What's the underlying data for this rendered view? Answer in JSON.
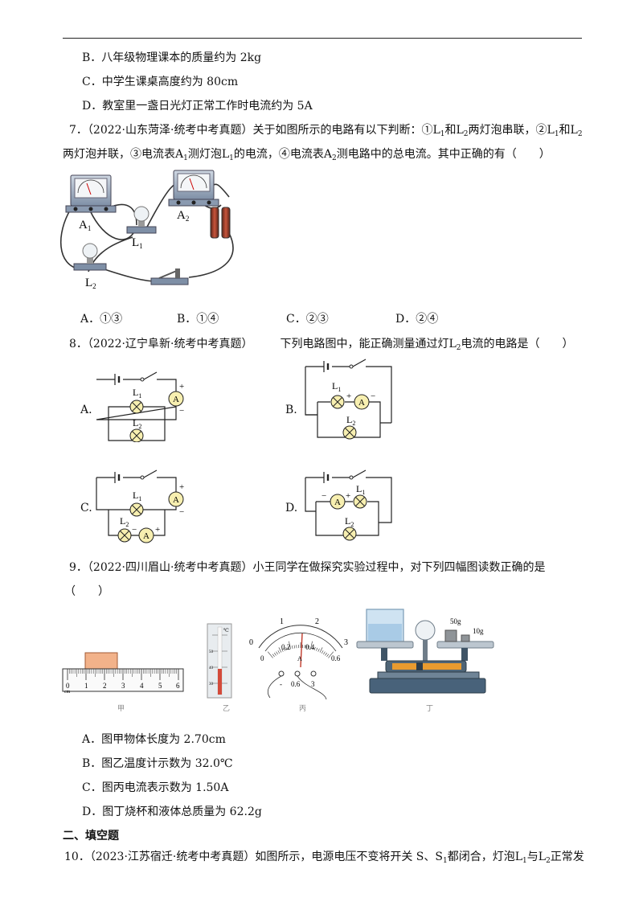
{
  "q6": {
    "optB": "B．八年级物理课本的质量约为 2kg",
    "optC": "C．中学生课桌高度约为 80cm",
    "optD": "D．教室里一盏日光灯正常工作时电流约为 5A"
  },
  "q7": {
    "num": "7．",
    "source": "（2022·山东菏泽·统考中考真题）",
    "line1_a": "关于如图所示的电路有以下判断：①",
    "line1_b": "和",
    "line1_c": "两灯泡串联，②",
    "line1_d": "和",
    "line2_a": "两灯泡并联，③电流表",
    "line2_b": "测灯泡",
    "line2_c": "的电流，④电流表",
    "line2_d": "测电路中的总电流。其中正确的有（　　）",
    "L": "L",
    "A": "A",
    "s1": "1",
    "s2": "2",
    "labels": {
      "A1": "A",
      "A2": "A",
      "L1": "L",
      "L2": "L",
      "one": "1",
      "two": "2"
    },
    "options": [
      "A．①③",
      "B．①④",
      "C．②③",
      "D．②④"
    ]
  },
  "q8": {
    "num": "8．",
    "source": "（2022·辽宁阜新·统考中考真题）",
    "stem_a": "下列电路图中，能正确测量通过灯",
    "stem_b": "电流的电路是（　　）",
    "L": "L",
    "s2": "2",
    "optA": "A.",
    "optB": "B.",
    "optC": "C.",
    "optD": "D.",
    "meter": "A",
    "plus": "+",
    "minus": "−",
    "L1": "L",
    "L2": "L",
    "one": "1",
    "two": "2"
  },
  "q9": {
    "num": "9．",
    "source": "（2022·四川眉山·统考中考真题）",
    "stem": "小王同学在做探究实验过程中，对下列四幅图读数正确的是",
    "paren": "（　　）",
    "ruler_ticks": [
      "0",
      "1",
      "2",
      "3",
      "4",
      "5",
      "6"
    ],
    "ruler_unit": "cm",
    "thermo_unit": "℃",
    "thermo_ticks": [
      "50",
      "40",
      "30"
    ],
    "ammeter_top": [
      "0",
      "1",
      "2",
      "3"
    ],
    "ammeter_bottom": [
      "0",
      "0.2",
      "0.4",
      "0.6"
    ],
    "ammeter_letter": "A",
    "ammeter_terminals": [
      "-",
      "0.6",
      "3"
    ],
    "weights": [
      "50g",
      "10g"
    ],
    "captions": [
      "甲",
      "乙",
      "丙",
      "丁"
    ],
    "optA": "A．图甲物体长度为 2.70cm",
    "optB": "B．图乙温度计示数为 32.0℃",
    "optC": "C．图丙电流表示数为 1.50A",
    "optD": "D．图丁烧杯和液体总质量为 62.2g"
  },
  "section2": "二、填空题",
  "q10": {
    "num": "10．",
    "source": "（2023·江苏宿迁·统考中考真题）",
    "stem_a": "如图所示，电源电压不变将开关 S、",
    "stem_b": "都闭合，灯泡",
    "stem_c": "与",
    "stem_d": "正常发",
    "S": "S",
    "L": "L",
    "s1": "1",
    "s2": "2"
  }
}
